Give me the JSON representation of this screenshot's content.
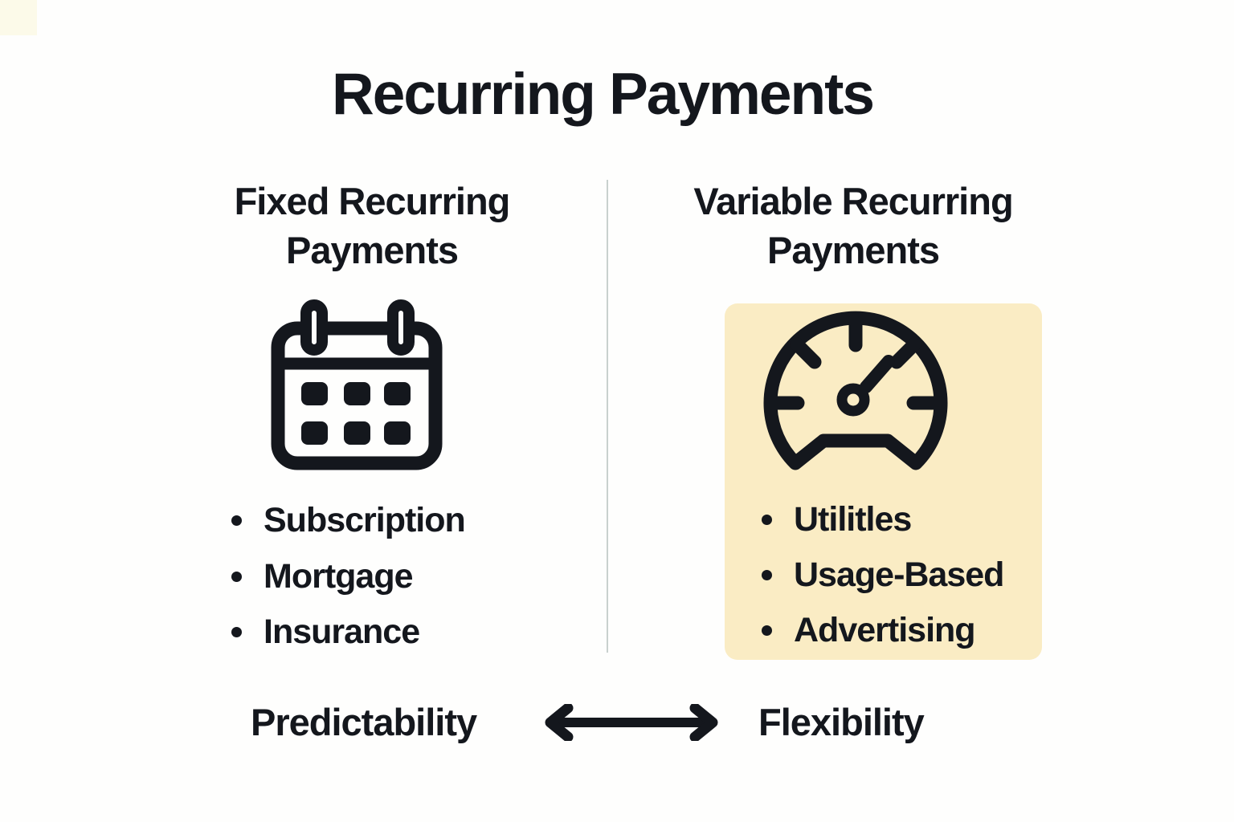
{
  "title": "Recurring Payments",
  "left_column": {
    "heading_lines": [
      "Fixed Recurring",
      "Payments"
    ],
    "icon": "calendar-icon",
    "items": [
      "Subscription",
      "Mortgage",
      "Insurance"
    ]
  },
  "right_column": {
    "heading_lines": [
      "Variable Recurring",
      "Payments"
    ],
    "icon": "gauge-icon",
    "items": [
      "Utilitles",
      "Usage-Based",
      "Advertising"
    ]
  },
  "footer": {
    "left_label": "Predictability",
    "right_label": "Flexibility",
    "arrow": "double-headed-arrow"
  },
  "colors": {
    "text": "#14171D",
    "background": "#FEFEFD",
    "panel_background": "#FAECC4",
    "divider": "#C9D1CE",
    "corner_accent": "#FCFAE9"
  }
}
